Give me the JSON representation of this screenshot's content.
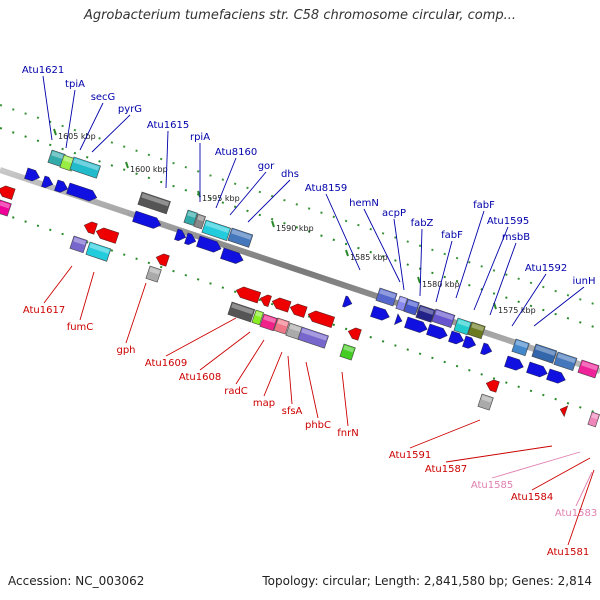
{
  "title": "Agrobacterium tumefaciens str. C58 chromosome circular, comp...",
  "accession": "Accession: NC_003062",
  "summary": "Topology: circular; Length: 2,841,580 bp; Genes: 2,814",
  "colors": {
    "forward_label": "#0000aa",
    "reverse_label": "#cc0000",
    "pseudo_label": "#e080b0",
    "backbone": "#888888",
    "tick": "#2a8a2a"
  },
  "kbp_ticks": [
    "1605 kbp",
    "1600 kbp",
    "1595 kbp",
    "1590 kbp",
    "1585 kbp",
    "1580 kbp",
    "1575 kbp"
  ],
  "forward_genes": [
    "Atu1621",
    "tpiA",
    "secG",
    "pyrG",
    "Atu1615",
    "rpiA",
    "Atu8160",
    "gor",
    "dhs",
    "Atu8159",
    "hemN",
    "acpP",
    "fabZ",
    "fabF",
    "fabF",
    "Atu1595",
    "msbB",
    "Atu1592",
    "iunH"
  ],
  "reverse_genes": [
    "Atu1617",
    "fumC",
    "gph",
    "Atu1609",
    "Atu1608",
    "radC",
    "map",
    "sfsA",
    "phbC",
    "fnrN",
    "Atu1591",
    "Atu1587",
    "Atu1585",
    "Atu1584",
    "Atu1583",
    "Atu1581"
  ],
  "pseudo_genes": [
    "Atu1585",
    "Atu1583"
  ]
}
